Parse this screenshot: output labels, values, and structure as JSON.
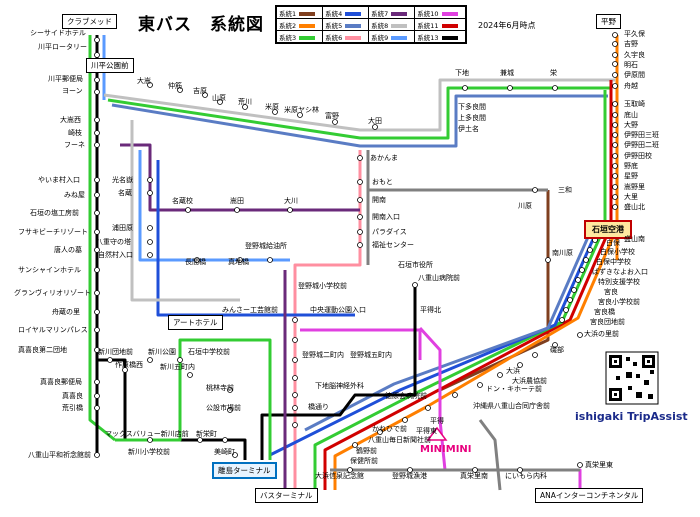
{
  "title": "東バス　系統図",
  "date": "2024年6月時点",
  "brand": "ishigaki TripAssist",
  "logo_text": "MINIMINI",
  "legend": [
    {
      "label": "系統1",
      "color": "#7f3f1f"
    },
    {
      "label": "系統4",
      "color": "#1f4fd8"
    },
    {
      "label": "系統7",
      "color": "#6a2a7a"
    },
    {
      "label": "系統10",
      "color": "#e040e0"
    },
    {
      "label": "系統2",
      "color": "#ff7f00"
    },
    {
      "label": "系統5",
      "color": "#5a7cc4"
    },
    {
      "label": "系統8",
      "color": "#c0c0c0"
    },
    {
      "label": "系統11",
      "color": "#d00000"
    },
    {
      "label": "系統3",
      "color": "#33cc33"
    },
    {
      "label": "系統6",
      "color": "#ff8fa0"
    },
    {
      "label": "系統9",
      "color": "#5a9aff"
    },
    {
      "label": "系統13",
      "color": "#000000"
    }
  ],
  "boxes": {
    "club_med": "クラブメッド",
    "kawahira_park": "川平公園前",
    "hirano": "平野",
    "airport": "石垣空港",
    "art_hotel": "アートホテル",
    "rito_terminal": "離島ターミナル",
    "bus_terminal": "バスターミナル",
    "ana": "ANAインターコンチネンタル"
  },
  "labels": {
    "seaside": "シーサイドホテル",
    "kawahira_rotary": "川平ロータリー",
    "kawahira_post": "川平郵便局",
    "yoon": "ヨーン",
    "ohmaki": "大嵩西",
    "sakieda": "崎枝",
    "funeko": "フーネ",
    "yaeyama_iriguchi": "やいま村入口",
    "mitsu": "みね屋",
    "shiogaki": "石垣の塩工房前",
    "fusaki": "フサキビーチリゾート",
    "tojin": "唐人の墓",
    "sunshine": "サンシャインホテル",
    "grand": "グランヴィリオリゾート",
    "funakoshi": "舟蔵の里",
    "loyal": "ロイヤルマリンパレス",
    "maezato2": "真喜良第二団地",
    "maezato_post": "真喜良郵便局",
    "maezato": "真喜良",
    "arakawa": "荒引橋",
    "yaeyama_heiwa": "八重山平和祈念館前",
    "ohmata": "大嵩",
    "nakasuji": "仲筋",
    "yoshihara": "吉原",
    "yamahara": "山原",
    "arakawa2": "荒川",
    "yonehara": "米原",
    "yonehara_yashi": "米原ヤシ林",
    "tomino": "富野",
    "ohta": "大田",
    "shimoji": "下地",
    "kanejo": "兼城",
    "tamu": "栄",
    "shimotamura": "下多良間",
    "kamitamura": "上多良間",
    "izumi": "伊土名",
    "akankama": "あかんま",
    "omoto": "おもと",
    "kaiso": "開南",
    "kaisoiri": "開南入口",
    "paradise": "パラダイス",
    "fukushi": "福祉センター",
    "mitsuwa": "三和",
    "kawahara": "川原",
    "minamikawahara": "南川原",
    "kosou": "光名嶽",
    "meiso": "名蔵",
    "meisoko": "名蔵校",
    "tamoto": "嵩田",
    "ohkawa": "大川",
    "urada": "浦田原",
    "hachiyamanotou": "八重守の塔",
    "shizen": "自然村入口",
    "nagakaito": "長間橋",
    "makuchi": "真地橋",
    "tomishiro": "登野城給油所",
    "shiyakusho": "石垣市役所",
    "hospital": "八重山病院前",
    "tonoshiro_school": "登野城小学校前",
    "minsa": "みんさー工芸館前",
    "chuo": "中央運動公園入口",
    "heitokuhoku": "平得北",
    "arakawadan": "新川団地前",
    "arakawapark": "新川公園",
    "ishigaki_junior": "石垣中学校前",
    "sakujitsu": "作原橋西",
    "arakawa5": "新川五町内",
    "makino": "桃林寺前",
    "koaniki": "公設市場前",
    "maxvalue": "マックスバリュー新川店前",
    "arakawa_school": "新川小学校前",
    "shinmei": "新栄町",
    "misaki": "美崎町",
    "tonoshiro2": "登野城二町内",
    "tonoshiro5": "登野城五町内",
    "shimoji_shrine": "下地脳神経外科",
    "hashidori": "橋通り",
    "tokumoto": "徳原会病院前",
    "yaeyama_nichinichi": "八重山毎日新聞社前",
    "kanehibi": "かねひで前",
    "tarui": "鶴野前",
    "hotaruk": "保健所前",
    "ohmasu_memorial": "大浜信泉記念館",
    "tonoshiro_port": "登野城漁港",
    "makiya": "真栄里南",
    "nirai": "にいもら内科",
    "makiya2": "真栄里東",
    "ohama": "大浜",
    "ohama_kyo": "大浜農協前",
    "donki": "ドン・キホーテ前",
    "okinawa_ko": "沖縄県八重山合同庁舎前",
    "heitoku": "平得",
    "heitoku_higashi": "平得東",
    "inoue": "磯部",
    "kyu_sen": "宮良",
    "miyara_school": "宮良小学校前",
    "miyarabashi": "宮良橋",
    "miyara_danchi": "宮良団地前",
    "ohama_higashi": "大浜の里前",
    "tenbaki": "特別支援学校",
    "pazuru": "ぱずきなよお入口",
    "shiraho_school": "白保小学校",
    "shirahoi": "白保中学校",
    "shiraho": "白保",
    "arafusa": "盛山南",
    "hirakubo": "平久保",
    "yoshino": "吉野",
    "kuyakubo": "久宇良",
    "akei": "明石",
    "ihara": "伊原間",
    "funayose": "舟越",
    "tamatori": "玉取崎",
    "sokuyama": "底山",
    "ohmata2": "大野",
    "ibaruma_tsuji": "伊野田三班",
    "ibaruma_ni": "伊野田二班",
    "inoda": "伊野田校",
    "nosoko": "野底",
    "hoshino": "星野",
    "kuraheri": "嵩野里",
    "ohsato": "大里",
    "morisan": "盛山北"
  }
}
